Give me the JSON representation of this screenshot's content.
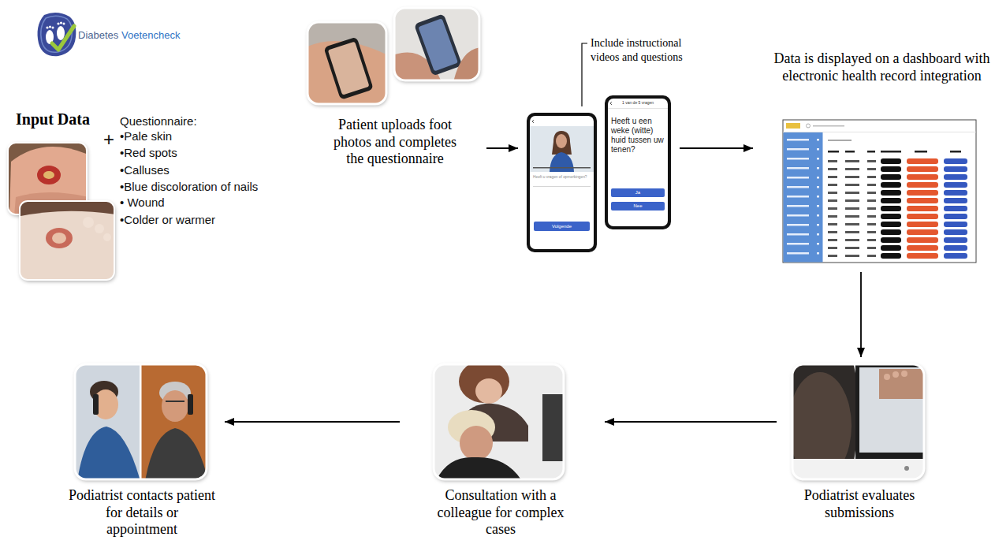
{
  "diagram": {
    "nodes": [
      {
        "text": [
          "Input Data"
        ]
      },
      {
        "text": [
          "Questionnaire:",
          "•Pale skin",
          "•Red spots",
          "•Calluses",
          "•Blue discoloration of nails",
          "• Wound",
          "•Colder or warmer"
        ]
      },
      {
        "text": [
          "Patient uploads foot photos and completes the questionnaire"
        ]
      },
      {
        "text": [
          "Heeft u vragen of opmerkingen?",
          "Volgende",
          "1 van de 5 vragen",
          "Heeft u een weke (witte) huid tussen uw tenen?",
          "Ja",
          "Nee"
        ]
      },
      {
        "text": [
          "Data is displayed on a dashboard with electronic health record integration"
        ]
      },
      {
        "text": [
          "Podiatrist evaluates submissions"
        ]
      },
      {
        "text": [
          "Consultation with a colleague for complex cases"
        ]
      },
      {
        "text": [
          "Podiatrist contacts patient for details or appointment"
        ]
      }
    ],
    "edges": [
      {
        "from": 2,
        "to": 3,
        "arrow": "to"
      },
      {
        "from": 3,
        "to": 4,
        "arrow": "to"
      },
      {
        "from": 4,
        "to": 5,
        "arrow": "to"
      },
      {
        "from": 5,
        "to": 6,
        "arrow": "to"
      },
      {
        "from": 6,
        "to": 7,
        "arrow": "to"
      }
    ],
    "labels": [
      "Diabetes",
      "Voetencheck",
      "+",
      "Include instructional videos and questions"
    ]
  }
}
